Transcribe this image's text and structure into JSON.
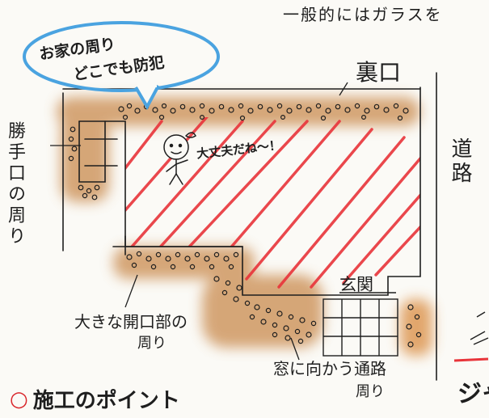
{
  "top_text": "一般的にはガラスを",
  "bubble": {
    "line1": "お家の周り",
    "line2": "どこでも防犯"
  },
  "labels": {
    "back_door": "裏口",
    "road": "道路",
    "kitchen_door": "勝手口の周り",
    "entrance": "玄関",
    "large_opening": "大きな開口部の",
    "large_opening_2": "周り",
    "window_path": "窓に向かう通路",
    "window_path_2": "周り",
    "mascot_speech": "大丈夫だね〜！",
    "bottom_right_partial": "ジャ"
  },
  "legend": {
    "marker": "○",
    "text": "施工のポイント"
  },
  "colors": {
    "red_hatch": "#e8343a",
    "gravel_shadow": "#c98a4e",
    "bubble_blue": "#4aa3e0",
    "ink": "#1e1e1e",
    "legend_red": "#d9262b"
  }
}
